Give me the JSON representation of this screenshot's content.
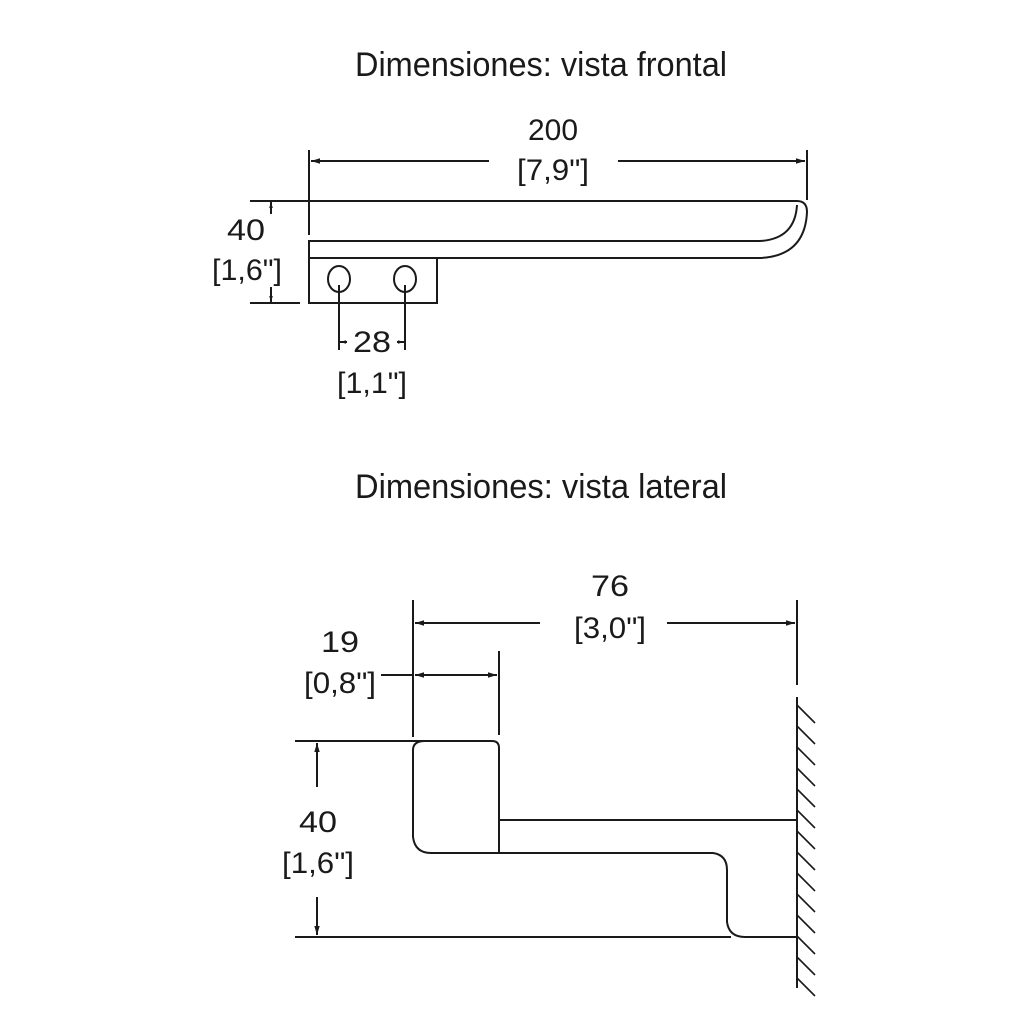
{
  "front_view": {
    "title": "Dimensiones: vista frontal",
    "width_mm": "200",
    "width_in": "[7,9\"]",
    "height_mm": "40",
    "height_in": "[1,6\"]",
    "hole_spacing_mm": "28",
    "hole_spacing_in": "[1,1\"]"
  },
  "side_view": {
    "title": "Dimensiones: vista lateral",
    "depth_mm": "76",
    "depth_in": "[3,0\"]",
    "block_width_mm": "19",
    "block_width_in": "[0,8\"]",
    "height_mm": "40",
    "height_in": "[1,6\"]"
  }
}
